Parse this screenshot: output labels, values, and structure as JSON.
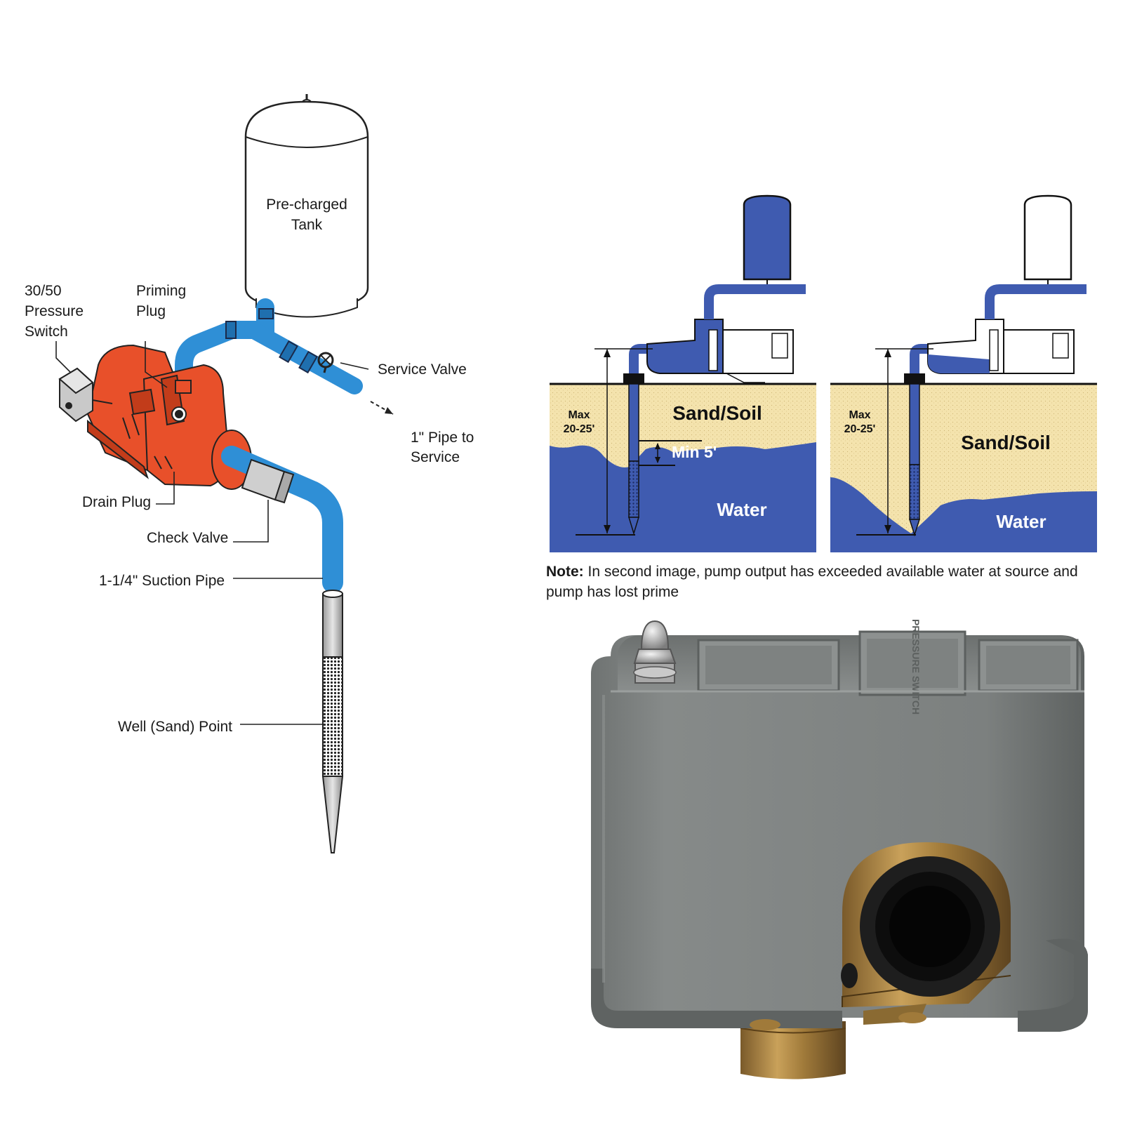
{
  "left_diagram": {
    "tank_label_line1": "Pre-charged",
    "tank_label_line2": "Tank",
    "pressure_switch_line1": "30/50",
    "pressure_switch_line2": "Pressure",
    "pressure_switch_line3": "Switch",
    "priming_plug_line1": "Priming",
    "priming_plug_line2": "Plug",
    "service_valve": "Service Valve",
    "pipe_to_service_line1": "1\" Pipe to",
    "pipe_to_service_line2": "Service",
    "drain_plug": "Drain Plug",
    "check_valve": "Check Valve",
    "suction_pipe": "1-1/4\" Suction Pipe",
    "well_point": "Well (Sand) Point"
  },
  "well_panels": [
    {
      "max_line1": "Max",
      "max_line2": "20-25'",
      "soil_label": "Sand/Soil",
      "min_label": "Min 5'",
      "water_label": "Water"
    },
    {
      "max_line1": "Max",
      "max_line2": "20-25'",
      "soil_label": "Sand/Soil",
      "water_label": "Water"
    }
  ],
  "note": {
    "prefix": "Note:",
    "text": " In second image, pump output has exceeded available water at source and pump has lost prime"
  },
  "photo": {
    "embossed_text": "PRESSURE SWITCH"
  },
  "colors": {
    "pump_orange": "#e8502a",
    "pipe_blue": "#2f8fd6",
    "diagram_blue": "#3f5bb0",
    "sand": "#f4e3ad",
    "switch_gray": "#7a7d7c"
  }
}
